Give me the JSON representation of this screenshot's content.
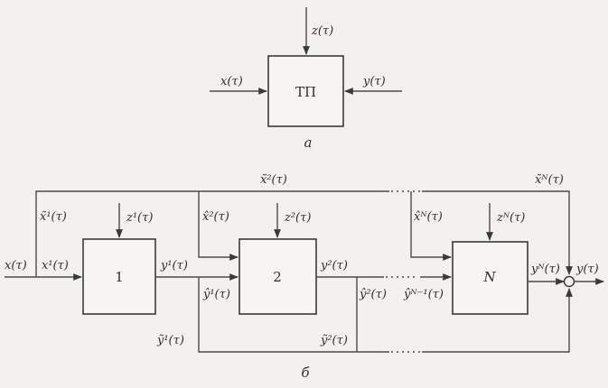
{
  "diagram_a": {
    "block_label": "ТП",
    "input_top": "z(τ)",
    "input_left": "x(τ)",
    "input_right": "y(τ)",
    "caption": "a"
  },
  "diagram_b": {
    "input_x": "x(τ)",
    "output_y": "y(τ)",
    "caption": "б",
    "block1": {
      "label": "1",
      "z": "z¹(τ)",
      "x_in": "x¹(τ)",
      "x_tilde": "x̃¹(τ)",
      "y_out": "y¹(τ)",
      "y_hat": "ŷ¹(τ)",
      "y_tilde": "ỹ¹(τ)"
    },
    "block2": {
      "label": "2",
      "z": "z²(τ)",
      "x_hat": "x̂²(τ)",
      "x_tilde": "x̃²(τ)",
      "y_out": "y²(τ)",
      "y_hat": "ŷ²(τ)",
      "y_tilde": "ỹ²(τ)"
    },
    "blockN": {
      "label": "N",
      "z": "zᴺ(τ)",
      "x_hat": "x̂ᴺ(τ)",
      "x_tilde": "x̃ᴺ(τ)",
      "y_out": "yᴺ(τ)",
      "y_hat_prev": "ŷᴺ⁻¹(τ)"
    }
  }
}
